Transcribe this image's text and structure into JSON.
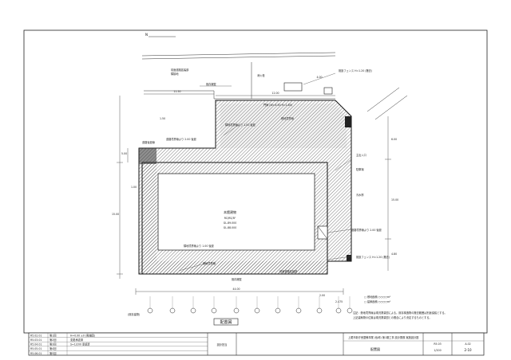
{
  "drawing": {
    "title": "配置図",
    "north_mark": "N",
    "building_label": [
      "本館建物",
      "RC/RS/3F",
      "GL-89.000",
      "GL-88.000"
    ]
  },
  "notes": {
    "road_widening": "前面道路拡幅部",
    "adjacent_lot": "隣接地",
    "existing_wall": "既存擁壁",
    "site_boundary": "敷地境界線",
    "setback_line": "道路後退線",
    "fire_hydrant": "消火栓",
    "manhole": "汚水桝",
    "parking": "駐車場",
    "line_a": "隣地境界線より 1.00 後退",
    "line_b": "道路境界線より 2.00 後退",
    "main_entrance": "主出入口",
    "gate": "門扉 (W=4.50 H=1.80)",
    "fence_note": "既設フェンス H=1.20 (撤去)",
    "legend_1": "□ 敷地面積 ○○○○m²",
    "legend_2": "□ 建築面積 ○○○○m²",
    "footnote_1": "注記：敷地境界線は現況測量図による。既存構造物の撤去範囲は別途協議とする。",
    "footnote_2": "上記建築物の位置は現況測量図との照合により決定するものとする。",
    "outside_note": "(既存建物)"
  },
  "dimensions": {
    "total_width": "44.00",
    "top_1": "11.50",
    "top_2": "12.00",
    "top_3": "4.00",
    "right_1": "6.00",
    "right_2": "15.00",
    "right_3": "4.80",
    "left_1": "15.00",
    "left_2": "5.00",
    "bottom_1": "2.00",
    "bottom_2": "2.475",
    "side_1": "1.50",
    "side_2": "1.00"
  },
  "axis_markers": [
    "1",
    "2",
    "3",
    "4",
    "5",
    "6",
    "7",
    "8",
    "9",
    "10",
    "11"
  ],
  "title_block": {
    "revisions": [
      {
        "date": "R5.02.01",
        "mark": "第1回",
        "text": "H=0.00 ±0 (実施図)"
      },
      {
        "date": "R5.03.01",
        "mark": "第2回",
        "text": "変更承認済"
      },
      {
        "date": "R5.04.01",
        "mark": "第3回",
        "text": "S=1/200 承認済"
      },
      {
        "date": "R5.05.01",
        "mark": "第4回",
        "text": ""
      },
      {
        "date": "R5.06.01",
        "mark": "第5回",
        "text": ""
      }
    ],
    "design_label": "設計担当",
    "sheet_name": "配置図",
    "scale": "1/200",
    "date": "R5.03",
    "sheet_no": "A-02",
    "drawing_code": "2-10",
    "project": "上尾市新庁舎整備事業 (仮称) 第1期工事 設計業務 実施設計図"
  }
}
